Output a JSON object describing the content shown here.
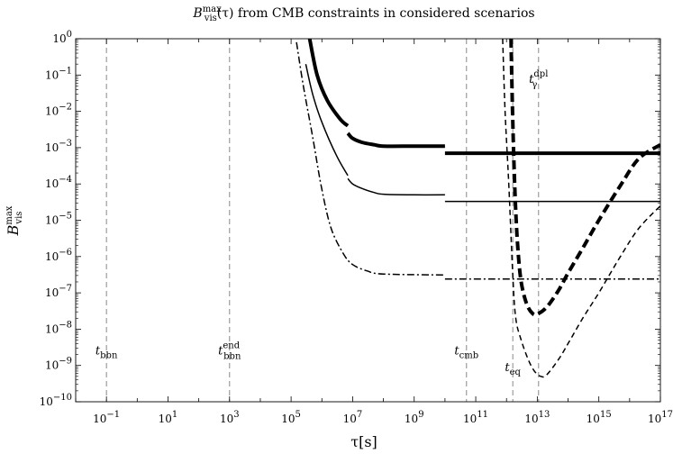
{
  "chart_data": {
    "type": "line",
    "title": {
      "main": "B",
      "sup": "max",
      "sub": "vis",
      "rest": "(τ) from CMB constraints  in considered  scenarios"
    },
    "xlabel": "τ[s]",
    "ylabel": {
      "main": "B",
      "sup": "max",
      "sub": "vis"
    },
    "x_scale": "log10",
    "y_scale": "log10",
    "xlim": [
      0.01,
      1e+17
    ],
    "ylim": [
      1e-10,
      1
    ],
    "grid": false,
    "x_ticks": [
      {
        "value": 0.1,
        "base": "10",
        "exp": "−1"
      },
      {
        "value": 10,
        "base": "10",
        "exp": "1"
      },
      {
        "value": 1000,
        "base": "10",
        "exp": "3"
      },
      {
        "value": 100000,
        "base": "10",
        "exp": "5"
      },
      {
        "value": 10000000.0,
        "base": "10",
        "exp": "7"
      },
      {
        "value": 1000000000.0,
        "base": "10",
        "exp": "9"
      },
      {
        "value": 100000000000.0,
        "base": "10",
        "exp": "11"
      },
      {
        "value": 10000000000000.0,
        "base": "10",
        "exp": "13"
      },
      {
        "value": 1000000000000000.0,
        "base": "10",
        "exp": "15"
      },
      {
        "value": 1e+17,
        "base": "10",
        "exp": "17"
      }
    ],
    "y_ticks": [
      {
        "value": 1,
        "base": "10",
        "exp": "0"
      },
      {
        "value": 0.1,
        "base": "10",
        "exp": "−1"
      },
      {
        "value": 0.01,
        "base": "10",
        "exp": "−2"
      },
      {
        "value": 0.001,
        "base": "10",
        "exp": "−3"
      },
      {
        "value": 0.0001,
        "base": "10",
        "exp": "−4"
      },
      {
        "value": 1e-05,
        "base": "10",
        "exp": "−5"
      },
      {
        "value": 1e-06,
        "base": "10",
        "exp": "−6"
      },
      {
        "value": 1e-07,
        "base": "10",
        "exp": "−7"
      },
      {
        "value": 1e-08,
        "base": "10",
        "exp": "−8"
      },
      {
        "value": 1e-09,
        "base": "10",
        "exp": "−9"
      },
      {
        "value": 1e-10,
        "base": "10",
        "exp": "−10"
      }
    ],
    "markers": [
      {
        "id": "t-bbn",
        "x": 0.1,
        "label": "t",
        "sub": "bbn",
        "sup": "",
        "label_y": 2e-09
      },
      {
        "id": "t-bbn-end",
        "x": 1000,
        "label": "t",
        "sub": "bbn",
        "sup": "end",
        "label_y": 2e-09
      },
      {
        "id": "t-cmb",
        "x": 50000000000.0,
        "label": "t",
        "sub": "cmb",
        "sup": "",
        "label_y": 2e-09
      },
      {
        "id": "t-eq",
        "x": 1600000000000.0,
        "label": "t",
        "sub": "eq",
        "sup": "",
        "label_y": 7e-10
      },
      {
        "id": "t-gamma-dpl",
        "x": 11000000000000.0,
        "label": "t",
        "sub": "γ",
        "sup": "dpl",
        "label_y": 0.06
      }
    ],
    "series": [
      {
        "style": "thick-solid",
        "segments": [
          [
            [
              400000.0,
              1
            ],
            [
              700000.0,
              0.1
            ],
            [
              1500000.0,
              0.02
            ],
            [
              4000000.0,
              0.006
            ],
            [
              7000000.0,
              0.004
            ]
          ],
          [
            [
              7000000.0,
              0.0025
            ],
            [
              10000000.0,
              0.0018
            ],
            [
              20000000.0,
              0.0014
            ],
            [
              50000000.0,
              0.0012
            ],
            [
              100000000.0,
              0.0011
            ],
            [
              1000000000.0,
              0.0011
            ],
            [
              10000000000.0,
              0.0011
            ]
          ],
          [
            [
              10000000000.0,
              0.0007
            ],
            [
              1e+17,
              0.0007
            ]
          ]
        ]
      },
      {
        "style": "thin-solid",
        "segments": [
          [
            [
              300000.0,
              0.2
            ],
            [
              500000.0,
              0.03
            ],
            [
              1000000.0,
              0.005
            ],
            [
              3000000.0,
              0.0006
            ],
            [
              7000000.0,
              0.00017
            ]
          ],
          [
            [
              7000000.0,
              0.00014
            ],
            [
              10000000.0,
              0.0001
            ],
            [
              20000000.0,
              7.5e-05
            ],
            [
              50000000.0,
              5.8e-05
            ],
            [
              100000000.0,
              5.2e-05
            ],
            [
              1000000000.0,
              5e-05
            ],
            [
              10000000000.0,
              5e-05
            ]
          ],
          [
            [
              10000000000.0,
              3.3e-05
            ],
            [
              1e+17,
              3.3e-05
            ]
          ]
        ]
      },
      {
        "style": "dash-dot",
        "segments": [
          [
            [
              150000.0,
              0.8
            ],
            [
              250000.0,
              0.05
            ],
            [
              500000.0,
              0.002
            ],
            [
              1000000.0,
              7e-05
            ],
            [
              2000000.0,
              6e-06
            ],
            [
              5000000.0,
              1.2e-06
            ],
            [
              10000000.0,
              6e-07
            ],
            [
              30000000.0,
              4e-07
            ],
            [
              100000000.0,
              3.3e-07
            ],
            [
              10000000000.0,
              3.1e-07
            ]
          ],
          [
            [
              10000000000.0,
              2.4e-07
            ],
            [
              1e+17,
              2.4e-07
            ]
          ]
        ]
      },
      {
        "style": "thick-dashed",
        "segments": [
          [
            [
              1400000000000.0,
              1
            ],
            [
              1600000000000.0,
              0.005
            ],
            [
              1900000000000.0,
              5e-05
            ],
            [
              2300000000000.0,
              2e-06
            ],
            [
              3000000000000.0,
              2e-07
            ],
            [
              4500000000000.0,
              5e-08
            ],
            [
              7000000000000.0,
              2.7e-08
            ],
            [
              10000000000000.0,
              2.6e-08
            ],
            [
              20000000000000.0,
              4e-08
            ],
            [
              50000000000000.0,
              1.2e-07
            ],
            [
              100000000000000.0,
              3.5e-07
            ],
            [
              300000000000000.0,
              1.7e-06
            ],
            [
              1000000000000000.0,
              1e-05
            ],
            [
              5000000000000000.0,
              9e-05
            ],
            [
              2e+16,
              0.0005
            ],
            [
              1e+17,
              0.0012
            ]
          ]
        ]
      },
      {
        "style": "thin-dashed",
        "segments": [
          [
            [
              750000000000.0,
              1
            ],
            [
              900000000000.0,
              0.01
            ],
            [
              1200000000000.0,
              8e-05
            ],
            [
              1600000000000.0,
              3e-07
            ],
            [
              2000000000000.0,
              2e-08
            ],
            [
              3000000000000.0,
              5e-09
            ],
            [
              5000000000000.0,
              1.5e-09
            ],
            [
              8000000000000.0,
              7e-10
            ],
            [
              13000000000000.0,
              5e-10
            ],
            [
              20000000000000.0,
              5.5e-10
            ],
            [
              50000000000000.0,
              1.5e-09
            ],
            [
              100000000000000.0,
              4e-09
            ],
            [
              300000000000000.0,
              2e-08
            ],
            [
              1000000000000000.0,
              1e-07
            ],
            [
              5000000000000000.0,
              1e-06
            ],
            [
              2e+16,
              6e-06
            ],
            [
              1e+17,
              2.5e-05
            ]
          ]
        ]
      }
    ]
  }
}
